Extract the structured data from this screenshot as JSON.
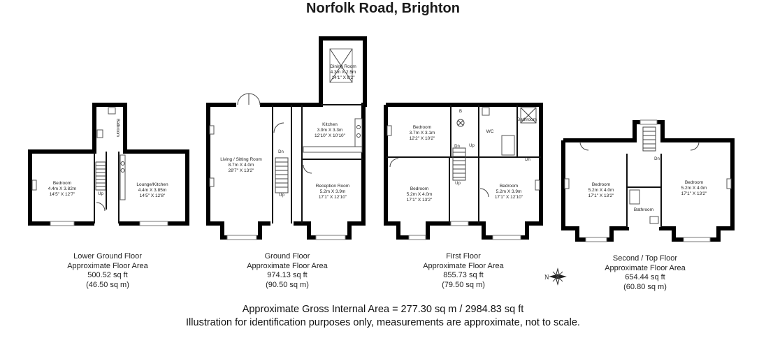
{
  "title": "Norfolk Road, Brighton",
  "floors": [
    {
      "name": "Lower Ground Floor",
      "area_label": "Approximate Floor Area",
      "sq_ft": "500.52 sq ft",
      "sq_m": "(46.50 sq m)",
      "rooms": [
        {
          "name": "Bedroom",
          "dims_m": "4.4m X 3.82m",
          "dims_ft": "14'5\" X 12'7\""
        },
        {
          "name": "Lounge/Kitchen",
          "dims_m": "4.4m X 3.85m",
          "dims_ft": "14'5\" X 12'8\""
        },
        {
          "name": "Bathroom"
        }
      ],
      "stairs": [
        "Up"
      ]
    },
    {
      "name": "Ground Floor",
      "area_label": "Approximate Floor Area",
      "sq_ft": "974.13 sq ft",
      "sq_m": "(90.50 sq m)",
      "rooms": [
        {
          "name": "Living / Sitting Room",
          "dims_m": "8.7m X 4.0m",
          "dims_ft": "28'7\" X 13'2\""
        },
        {
          "name": "Dining Room",
          "dims_m": "4.3m X 2.5m",
          "dims_ft": "14'1\" X 8'2\""
        },
        {
          "name": "Kitchen",
          "dims_m": "3.9m X 3.3m",
          "dims_ft": "12'10\" X 10'10\""
        },
        {
          "name": "Reception Room",
          "dims_m": "5.2m X 3.9m",
          "dims_ft": "17'1\" X 12'10\""
        }
      ],
      "stairs": [
        "Dn",
        "Up"
      ]
    },
    {
      "name": "First Floor",
      "area_label": "Approximate Floor Area",
      "sq_ft": "855.73 sq ft",
      "sq_m": "(79.50 sq m)",
      "rooms": [
        {
          "name": "Bedroom",
          "dims_m": "3.7m X 3.1m",
          "dims_ft": "12'2\" X 10'2\""
        },
        {
          "name": "Bedroom",
          "dims_m": "5.2m X 4.0m",
          "dims_ft": "17'1\" X 13'2\""
        },
        {
          "name": "Bedroom",
          "dims_m": "5.2m X 3.9m",
          "dims_ft": "17'1\" X 12'10\""
        },
        {
          "name": "WC"
        },
        {
          "name": "Bathroom"
        }
      ],
      "markers": [
        "B"
      ],
      "stairs": [
        "Dn",
        "Up",
        "Up",
        "Dn"
      ]
    },
    {
      "name": "Second / Top Floor",
      "area_label": "Approximate Floor Area",
      "sq_ft": "654.44 sq ft",
      "sq_m": "(60.80 sq m)",
      "rooms": [
        {
          "name": "Bedroom",
          "dims_m": "5.2m X 4.0m",
          "dims_ft": "17'1\" X 13'2\""
        },
        {
          "name": "Bedroom",
          "dims_m": "5.2m X 4.0m",
          "dims_ft": "17'1\" X 13'2\""
        },
        {
          "name": "Bathroom"
        }
      ],
      "stairs": [
        "Dn"
      ]
    }
  ],
  "compass": {
    "label": "N",
    "icon": "compass-rose-icon"
  },
  "gross_area": "Approximate Gross Internal Area = 277.30 sq m / 2984.83 sq ft",
  "disclaimer": "Illustration for identification purposes only, measurements are approximate, not to scale."
}
